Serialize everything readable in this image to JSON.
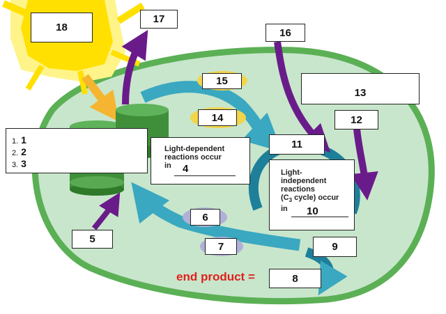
{
  "labels": {
    "l1": "1",
    "l2": "2",
    "l3": "3",
    "l4": "4",
    "l5": "5",
    "l6": "6",
    "l7": "7",
    "l8": "8",
    "l9": "9",
    "l10": "10",
    "l11": "11",
    "l12": "12",
    "l13": "13",
    "l14": "14",
    "l15": "15",
    "l16": "16",
    "l17": "17",
    "l18": "18"
  },
  "list_markers": [
    "1.",
    "2.",
    "3."
  ],
  "text": {
    "light_dep_1": "Light-dependent",
    "light_dep_2": "reactions occur",
    "light_dep_3": "in",
    "light_indep_1": "Light-",
    "light_indep_2": "independent",
    "light_indep_3": "reactions",
    "light_indep_4a": "(C",
    "light_indep_4sub": "3",
    "light_indep_4b": " cycle) occur",
    "light_indep_5": "in",
    "end_product": "end product ="
  },
  "colors": {
    "chloroplast_fill": "#c8e6cc",
    "chloroplast_border": "#5bb055",
    "teal_arrow": "#3aa8c0",
    "purple_arrow": "#6a1b8a",
    "sun": "#ffe000",
    "sun_ray": "#f5b530",
    "oval_yellow": "#f2d54a",
    "oval_lavender": "#b0b0d8",
    "end_product_red": "#e0201c"
  }
}
